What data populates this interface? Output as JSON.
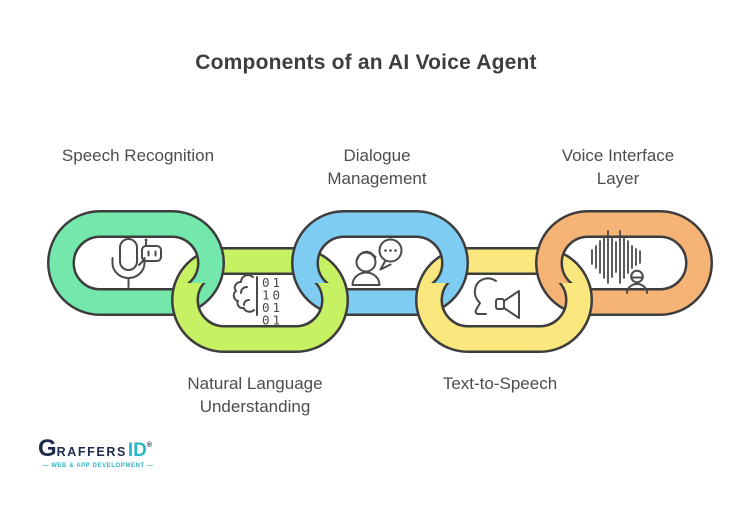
{
  "title": {
    "text": "Components of an AI Voice Agent"
  },
  "components": [
    {
      "label": "Speech Recognition",
      "color": "#74E8AC",
      "icon": "microphone-robot-icon",
      "row": "top"
    },
    {
      "label": "Natural Language Understanding",
      "color": "#C6F162",
      "icon": "brain-binary-icon",
      "row": "bottom"
    },
    {
      "label": "Dialogue Management",
      "color": "#7FCCF3",
      "icon": "person-chat-icon",
      "row": "top"
    },
    {
      "label": "Text-to-Speech",
      "color": "#FAE87E",
      "icon": "face-megaphone-icon",
      "row": "bottom"
    },
    {
      "label": "Voice Interface Layer",
      "color": "#F5B375",
      "icon": "waveform-user-icon",
      "row": "top"
    }
  ],
  "binary_rows": [
    "01",
    "10",
    "01",
    "01"
  ],
  "logo": {
    "brand_initial": "G",
    "brand_rest": "RAFFERS",
    "brand_suffix": "ID",
    "registered": "®",
    "tagline": "— WEB & APP DEVELOPMENT —"
  },
  "colors": {
    "outline": "#3d3d3d",
    "icon_stroke": "#4a4a4a",
    "navy": "#1e2b4f",
    "teal": "#2ab5c8",
    "label_text": "#4d4d4d",
    "title_text": "#3e3e3e"
  }
}
